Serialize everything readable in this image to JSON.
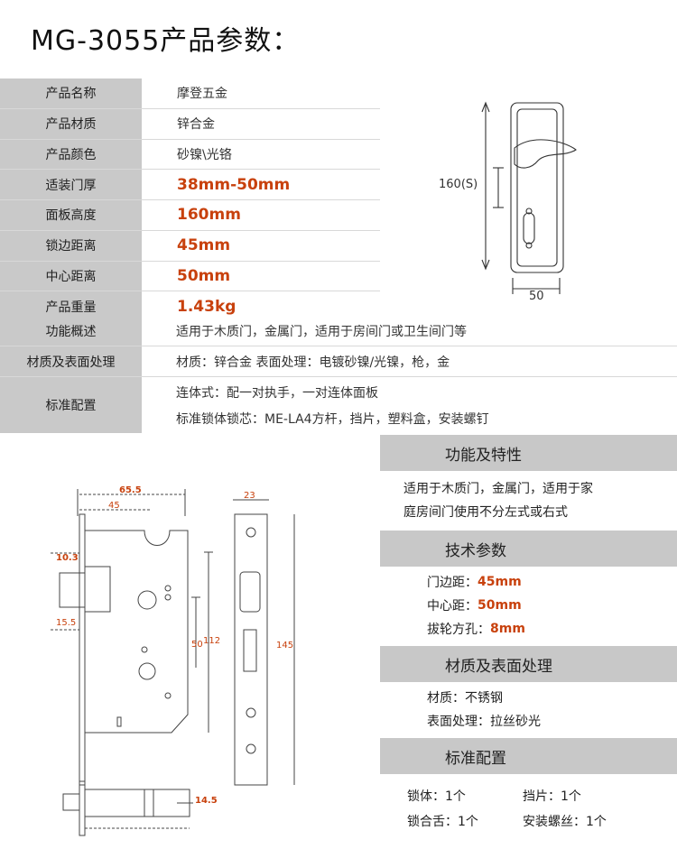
{
  "title": "MG-3055产品参数：",
  "specs": [
    {
      "label": "产品名称",
      "value": "摩登五金"
    },
    {
      "label": "产品材质",
      "value": "锌合金"
    },
    {
      "label": "产品颜色",
      "value": "砂镍\\光铬"
    },
    {
      "label": "适装门厚",
      "value": "38mm-50mm"
    },
    {
      "label": "面板高度",
      "value": "160mm"
    },
    {
      "label": "锁边距离",
      "value": "45mm"
    },
    {
      "label": "中心距离",
      "value": "50mm"
    },
    {
      "label": "产品重量",
      "value": "1.43kg"
    }
  ],
  "wide_rows": {
    "function": {
      "label": "功能概述",
      "value": "适用于木质门，金属门，适用于房间门或卫生间门等"
    },
    "material": {
      "label": "材质及表面处理",
      "value": "材质：锌合金  表面处理：电镀砂镍/光镍，枪，金"
    },
    "standard": {
      "label": "标准配置",
      "line1": "连体式：配一对执手，一对连体面板",
      "line2": "标准锁体锁芯：ME-LA4方杆，挡片，塑料盒，安装螺钉"
    }
  },
  "handle_dims": {
    "height": "160(S)",
    "width": "50"
  },
  "lock_dims": {
    "d655": "65.5",
    "d45": "45",
    "d23": "23",
    "d103": "10.3",
    "d155": "15.5",
    "d50": "50",
    "d112": "112",
    "d145": "145",
    "d145b": "14.5"
  },
  "panel": {
    "features_title": "功能及特性",
    "features_l1": "适用于木质门，金属门，适用于家",
    "features_l2": "庭房间门使用不分左式或右式",
    "tech_title": "技术参数",
    "tech": [
      {
        "k": "门边距：",
        "v": "45mm"
      },
      {
        "k": "中心距：",
        "v": "50mm"
      },
      {
        "k": "拔轮方孔：",
        "v": "8mm"
      }
    ],
    "mat_title": "材质及表面处理",
    "mat_l1": "材质：不锈钢",
    "mat_l2": "表面处理：拉丝砂光",
    "std_title": "标准配置",
    "std": [
      "锁体：1个",
      "挡片：1个",
      "锁合舌：1个",
      "安装螺丝：1个"
    ]
  },
  "colors": {
    "accent": "#c8410d",
    "label_bg": "#c9c9c9"
  }
}
